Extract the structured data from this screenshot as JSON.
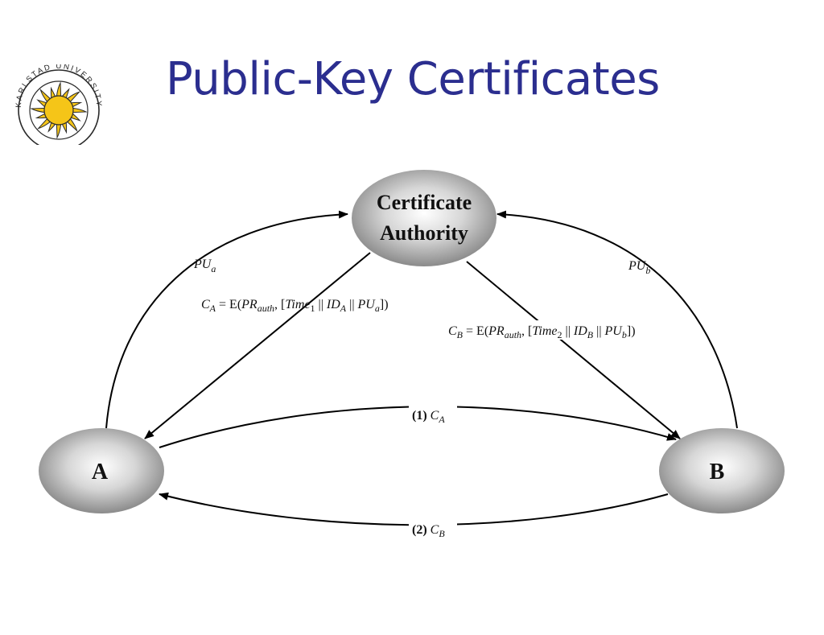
{
  "slide": {
    "title": "Public-Key Certificates",
    "logo_text": "KARLSTAD UNIVERSITY"
  },
  "colors": {
    "title": "#2b2e8f",
    "sun": "#f5c518",
    "sun_outline": "#2a2a2a"
  },
  "diagram": {
    "nodes": {
      "ca_line1": "Certificate",
      "ca_line2": "Authority",
      "a": "A",
      "b": "B"
    },
    "labels": {
      "pua": {
        "main": "PU",
        "sub": "a"
      },
      "pub": {
        "main": "PU",
        "sub": "b"
      },
      "ca_cert": {
        "c": "C",
        "c_sub": "A",
        "eq": " = E(",
        "pr": "PR",
        "pr_sub": "auth",
        "open": ", [",
        "time": "Time",
        "time_sub": "1",
        "sep1": " || ",
        "id": "ID",
        "id_sub": "A",
        "sep2": " || ",
        "pu": "PU",
        "pu_sub": "a",
        "close": "])"
      },
      "cb_cert": {
        "c": "C",
        "c_sub": "B",
        "eq": " = E(",
        "pr": "PR",
        "pr_sub": "auth",
        "open": ", [",
        "time": "Time",
        "time_sub": "2",
        "sep1": " || ",
        "id": "ID",
        "id_sub": "B",
        "sep2": " || ",
        "pu": "PU",
        "pu_sub": "b",
        "close": "])"
      },
      "step1": {
        "num": "(1) ",
        "c": "C",
        "sub": "A"
      },
      "step2": {
        "num": "(2) ",
        "c": "C",
        "sub": "B"
      }
    }
  }
}
